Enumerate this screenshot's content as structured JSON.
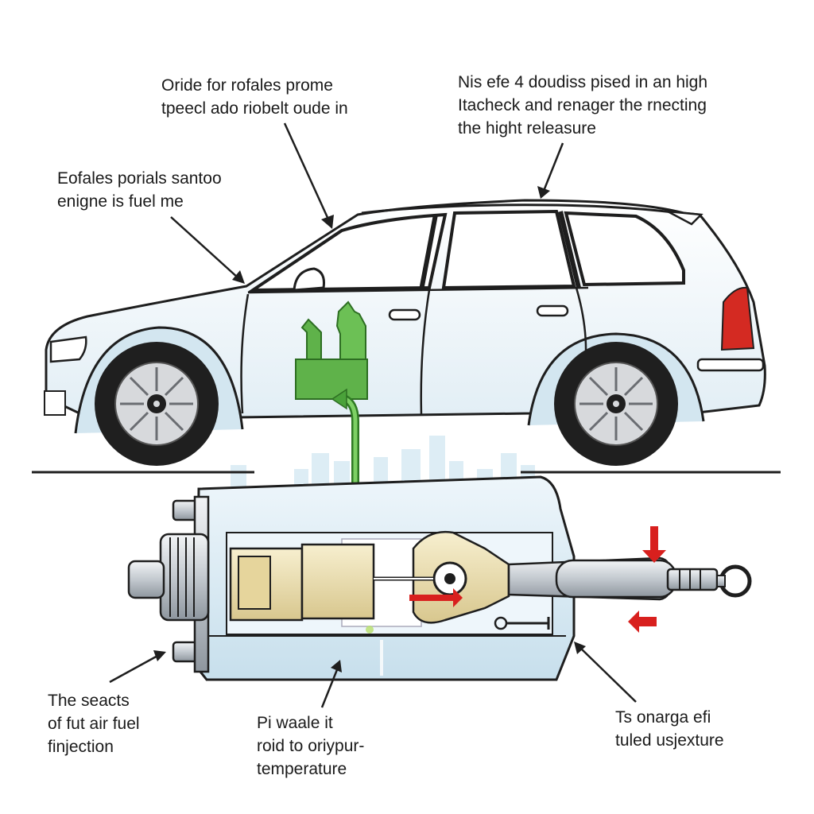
{
  "labels": {
    "top_center": [
      "Oride for rofales prome",
      "tpeecl ado riobelt oude in"
    ],
    "top_right": [
      "Nis efe 4 doudiss pised in an high",
      "Itacheck and renager the rnecting",
      "the hight releasure"
    ],
    "left": [
      "Eofales porials santoo",
      "enigne is fuel me"
    ],
    "bottom_left": [
      "The seacts",
      "of fut air fuel",
      "finjection"
    ],
    "bottom_center": [
      "Pi waale it",
      "roid to oriypur-",
      "temperature"
    ],
    "bottom_right": [
      "Ts onarga efi",
      "tuled usjexture"
    ]
  },
  "colors": {
    "car_body": "#f4f8fb",
    "outline": "#1e1e1e",
    "fender": "#d7e8f1",
    "glass": "#ffffff",
    "fuel_tank": "#5fb24a",
    "fuel_line": "#4aa23a",
    "injector_body": "#efe3b8",
    "housing": "#dcecf5",
    "steel": "#c9ced4",
    "taillight": "#d42a22",
    "arrow_red": "#d8201e"
  },
  "icons": [
    "fuel-tank-icon",
    "fuel-injector-icon",
    "wheel-icon",
    "door-handle-icon",
    "side-mirror-icon"
  ]
}
